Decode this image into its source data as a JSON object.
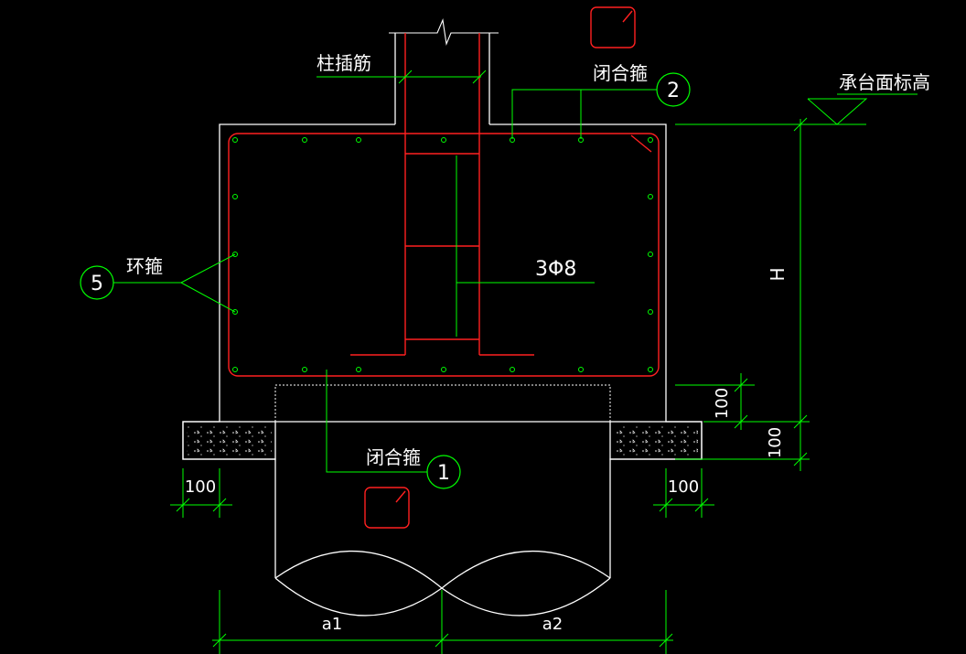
{
  "colors": {
    "background": "#000000",
    "concrete": "#ffffff",
    "rebar": "#ff2020",
    "annotation": "#00ff00",
    "text": "#ffffff"
  },
  "labels": {
    "column_dowel": "柱插筋",
    "closed_stirrup_top": "闭合箍",
    "closed_stirrup_bottom": "闭合箍",
    "ring_stirrup": "环箍",
    "cap_top_elevation": "承台面标高",
    "bar_spec": "3Φ8"
  },
  "markers": {
    "top_stirrup": "2",
    "bottom_stirrup": "1",
    "ring_stirrup": "5"
  },
  "dimensions": {
    "height": "H",
    "dim_100_right_vertical": "100",
    "dim_100_right_bottom": "100",
    "dim_100_left_bottom": "100",
    "pile_a1": "a1",
    "pile_a2": "a2"
  }
}
